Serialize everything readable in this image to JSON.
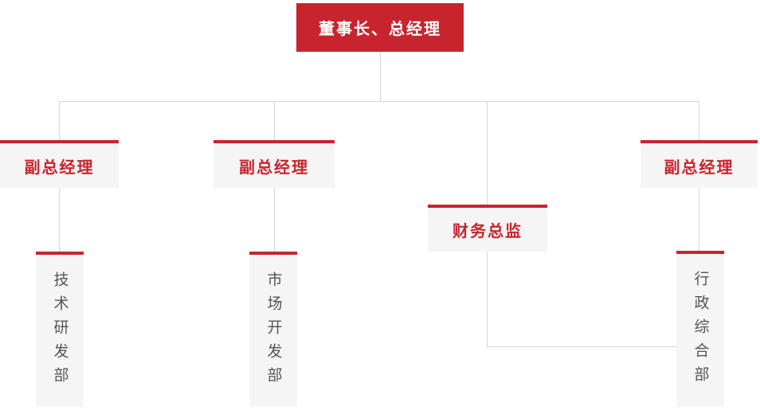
{
  "chart": {
    "type": "org-chart",
    "nodes": {
      "root": "董事长、总经理",
      "deputy_left": "副总经理",
      "deputy_mid": "副总经理",
      "finance_director": "财务总监",
      "deputy_right": "副总经理",
      "dept_tech": "技术研发部",
      "dept_market": "市场开发部",
      "dept_admin": "行政综合部"
    },
    "edges": [
      {
        "from": "root",
        "to": "deputy_left"
      },
      {
        "from": "root",
        "to": "deputy_mid"
      },
      {
        "from": "root",
        "to": "finance_director"
      },
      {
        "from": "root",
        "to": "deputy_right"
      },
      {
        "from": "deputy_left",
        "to": "dept_tech"
      },
      {
        "from": "deputy_mid",
        "to": "dept_market"
      },
      {
        "from": "deputy_right",
        "to": "dept_admin"
      },
      {
        "from": "finance_director",
        "to": "dept_admin"
      }
    ],
    "colors": {
      "primary_red": "#c8242e",
      "box_bg": "#f5f5f5",
      "line": "#d6d6d6",
      "dept_text": "#555555"
    }
  }
}
